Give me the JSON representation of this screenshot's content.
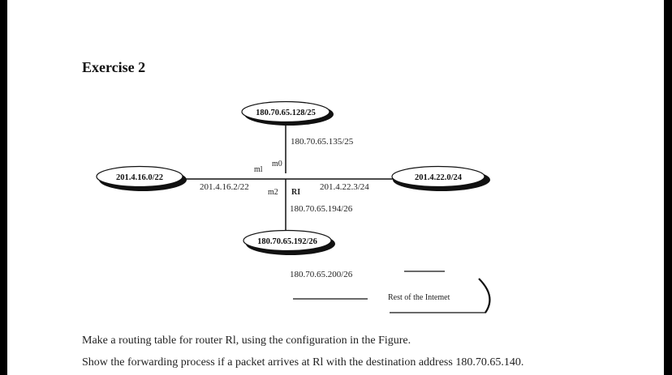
{
  "exercise_title": "Exercise 2",
  "diagram": {
    "networks": {
      "top": "180.70.65.128/25",
      "left": "201.4.16.0/22",
      "right": "201.4.22.0/24",
      "bottom": "180.70.65.192/26"
    },
    "interfaces": {
      "m0": "m0",
      "m1": "ml",
      "m2": "m2",
      "router": "RI"
    },
    "addresses": {
      "top_iface": "180.70.65.135/25",
      "left_iface": "201.4.16.2/22",
      "right_iface": "201.4.22.3/24",
      "bottom_iface": "180.70.65.194/26",
      "default_router": "180.70.65.200/26"
    },
    "internet": "Rest of the Intemet"
  },
  "paragraphs": {
    "p1": "Make a routing table for router Rl, using the configuration in the Figure.",
    "p2": "Show the forwarding process if a packet arrives at Rl with the destination address 180.70.65.140."
  }
}
